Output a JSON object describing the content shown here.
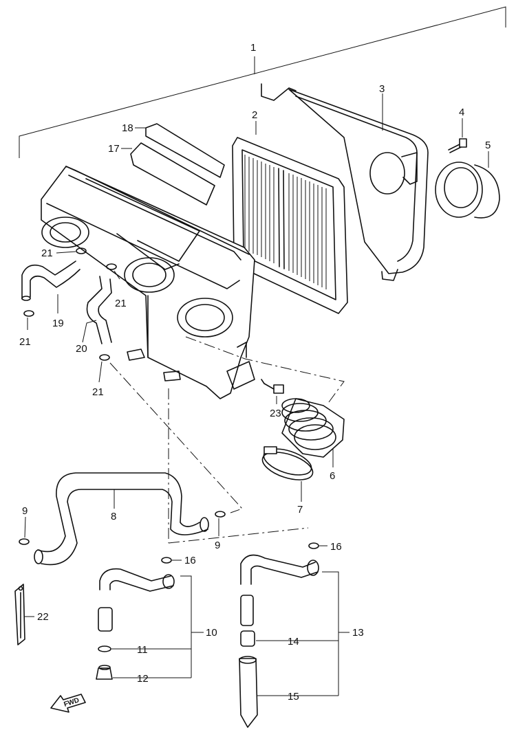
{
  "diagram": {
    "callouts": [
      "1",
      "2",
      "3",
      "4",
      "5",
      "6",
      "7",
      "8",
      "9",
      "10",
      "11",
      "12",
      "13",
      "14",
      "15",
      "16",
      "17",
      "18",
      "19",
      "20",
      "21",
      "22",
      "23"
    ],
    "fwd_label": "FWD"
  }
}
